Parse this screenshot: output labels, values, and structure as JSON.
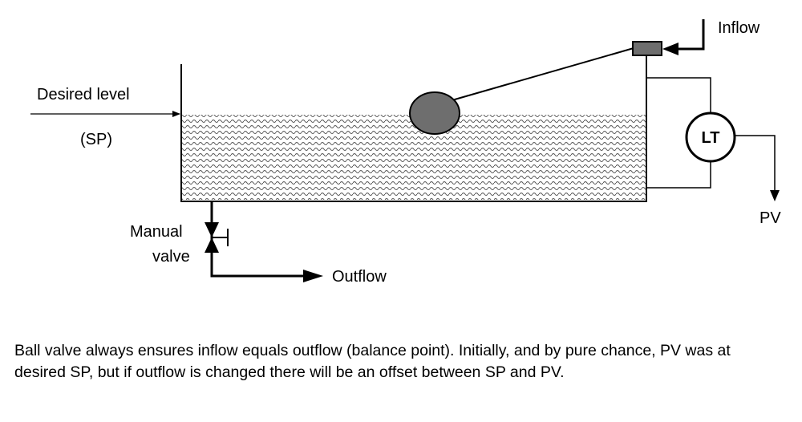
{
  "labels": {
    "desired_level": "Desired level",
    "sp": "(SP)",
    "inflow": "Inflow",
    "lt": "LT",
    "pv": "PV",
    "manual_valve_line1": "Manual",
    "manual_valve_line2": "valve",
    "outflow": "Outflow"
  },
  "caption": "Ball valve always ensures inflow equals outflow (balance point). Initially, and by pure chance,  PV was at desired SP, but if outflow is changed there will be an offset between SP and PV.",
  "colors": {
    "line": "#000000",
    "float_ball": "#6e6e6e",
    "valve_body": "#6e6e6e",
    "liquid": "#555555"
  }
}
